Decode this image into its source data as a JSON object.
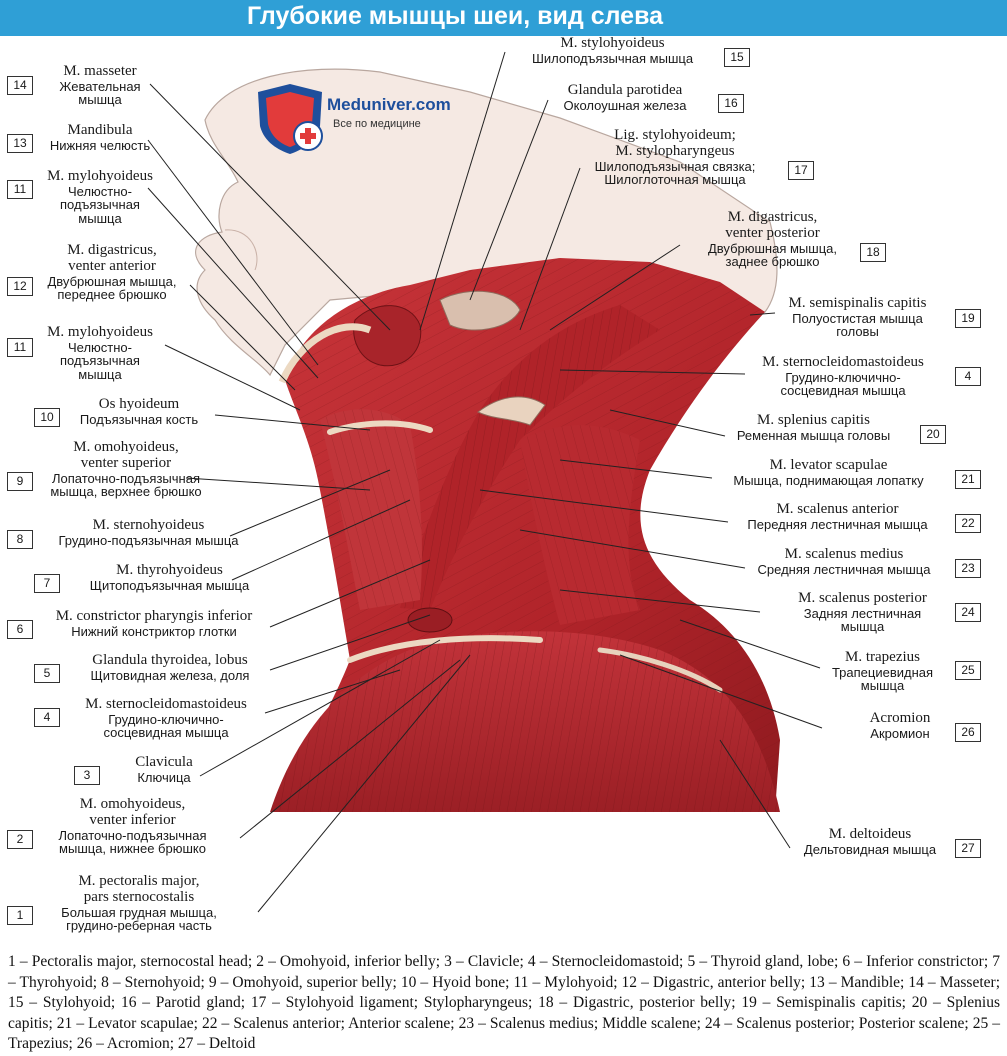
{
  "title": "Глубокие мышцы шеи, вид слева",
  "logo": {
    "name": "Meduniver.com",
    "tagline": "Все по медицине"
  },
  "colors": {
    "accent": "#2f9fd6",
    "muscle": "#b8262a",
    "muscle_dark": "#7d1518",
    "tendon": "#ecd9c2",
    "skin": "#f4e6df"
  },
  "labels": [
    {
      "id": "l14",
      "num": "14",
      "lat": "M. masseter",
      "rus": [
        "Жевательная",
        "мышца"
      ]
    },
    {
      "id": "l13",
      "num": "13",
      "lat": "Mandibula",
      "rus": [
        "Нижняя челюсть"
      ]
    },
    {
      "id": "l11a",
      "num": "11",
      "lat": "M. mylohyoideus",
      "rus": [
        "Челюстно-",
        "подъязычная",
        "мышца"
      ]
    },
    {
      "id": "l12",
      "num": "12",
      "lat": "M. digastricus,",
      "lat2": "venter anterior",
      "rus": [
        "Двубрюшная мышца,",
        "переднее брюшко"
      ]
    },
    {
      "id": "l11b",
      "num": "11",
      "lat": "M. mylohyoideus",
      "rus": [
        "Челюстно-",
        "подъязычная",
        "мышца"
      ]
    },
    {
      "id": "l10",
      "num": "10",
      "lat": "Os hyoideum",
      "rus": [
        "Подъязычная кость"
      ]
    },
    {
      "id": "l9",
      "num": "9",
      "lat": "M. omohyoideus,",
      "lat2": "venter superior",
      "rus": [
        "Лопаточно-подъязычная",
        "мышца, верхнее брюшко"
      ]
    },
    {
      "id": "l8",
      "num": "8",
      "lat": "M. sternohyoideus",
      "rus": [
        "Грудино-подъязычная мышца"
      ]
    },
    {
      "id": "l7",
      "num": "7",
      "lat": "M. thyrohyoideus",
      "rus": [
        "Щитоподъязычная мышца"
      ]
    },
    {
      "id": "l6",
      "num": "6",
      "lat": "M. constrictor pharyngis inferior",
      "rus": [
        "Нижний констриктор глотки"
      ]
    },
    {
      "id": "l5",
      "num": "5",
      "lat": "Glandula thyroidea, lobus",
      "rus": [
        "Щитовидная железа, доля"
      ]
    },
    {
      "id": "l4a",
      "num": "4",
      "lat": "M. sternocleidomastoideus",
      "rus": [
        "Грудино-ключично-",
        "сосцевидная мышца"
      ]
    },
    {
      "id": "l3",
      "num": "3",
      "lat": "Clavicula",
      "rus": [
        "Ключица"
      ]
    },
    {
      "id": "l2",
      "num": "2",
      "lat": "M. omohyoideus,",
      "lat2": "venter inferior",
      "rus": [
        "Лопаточно-подъязычная",
        "мышца, нижнее брюшко"
      ]
    },
    {
      "id": "l1",
      "num": "1",
      "lat": "M. pectoralis major,",
      "lat2": "pars sternocostalis",
      "rus": [
        "Большая грудная мышца,",
        "грудино-реберная часть"
      ]
    },
    {
      "id": "l15",
      "num": "15",
      "lat": "M. stylohyoideus",
      "rus": [
        "Шилоподъязычная мышца"
      ]
    },
    {
      "id": "l16",
      "num": "16",
      "lat": "Glandula parotidea",
      "rus": [
        "Околоушная железа"
      ]
    },
    {
      "id": "l17",
      "num": "17",
      "lat": "Lig. stylohyoideum;",
      "lat2": "M. stylopharyngeus",
      "rus": [
        "Шилоподъязычная связка;",
        "Шилоглоточная мышца"
      ]
    },
    {
      "id": "l18",
      "num": "18",
      "lat": "M. digastricus,",
      "lat2": "venter posterior",
      "rus": [
        "Двубрюшная мышца,",
        "заднее брюшко"
      ]
    },
    {
      "id": "l19",
      "num": "19",
      "lat": "M. semispinalis capitis",
      "rus": [
        "Полуостистая мышца",
        "головы"
      ]
    },
    {
      "id": "l4b",
      "num": "4",
      "lat": "M. sternocleidomastoideus",
      "rus": [
        "Грудино-ключично-",
        "сосцевидная мышца"
      ]
    },
    {
      "id": "l20",
      "num": "20",
      "lat": "M. splenius capitis",
      "rus": [
        "Ременная мышца головы"
      ]
    },
    {
      "id": "l21",
      "num": "21",
      "lat": "M. levator scapulae",
      "rus": [
        "Мышца, поднимающая лопатку"
      ]
    },
    {
      "id": "l22",
      "num": "22",
      "lat": "M. scalenus anterior",
      "rus": [
        "Передняя лестничная мышца"
      ]
    },
    {
      "id": "l23",
      "num": "23",
      "lat": "M. scalenus medius",
      "rus": [
        "Средняя лестничная мышца"
      ]
    },
    {
      "id": "l24",
      "num": "24",
      "lat": "M. scalenus posterior",
      "rus": [
        "Задняя лестничная",
        "мышца"
      ]
    },
    {
      "id": "l25",
      "num": "25",
      "lat": "M. trapezius",
      "rus": [
        "Трапециевидная",
        "мышца"
      ]
    },
    {
      "id": "l26",
      "num": "26",
      "lat": "Acromion",
      "rus": [
        "Акромион"
      ]
    },
    {
      "id": "l27",
      "num": "27",
      "lat": "M. deltoideus",
      "rus": [
        "Дельтовидная мышца"
      ]
    }
  ],
  "legend": "1 – Pectoralis major, sternocostal head; 2 – Omohyoid, inferior belly; 3 – Clavicle; 4 – Sternocleidomastoid; 5 – Thyroid gland, lobe; 6 – Inferior constrictor; 7 – Thyrohyoid; 8 – Sternohyoid; 9 – Omohyoid, superior belly; 10 – Hyoid bone; 11 – Mylohyoid; 12 – Digastric, anterior belly; 13 – Mandible; 14 – Masseter; 15 – Stylohyoid; 16 – Parotid gland; 17 – Stylohyoid ligament; Stylopharyngeus; 18 – Digastric, posterior belly; 19 – Semispinalis capitis; 20 – Splenius capitis; 21 – Levator scapulae; 22 – Scalenus anterior; Anterior scalene; 23 – Scalenus medius; Middle scalene; 24 – Scalenus posterior; Posterior scalene; 25 – Trapezius; 26 – Acromion; 27 – Deltoid"
}
